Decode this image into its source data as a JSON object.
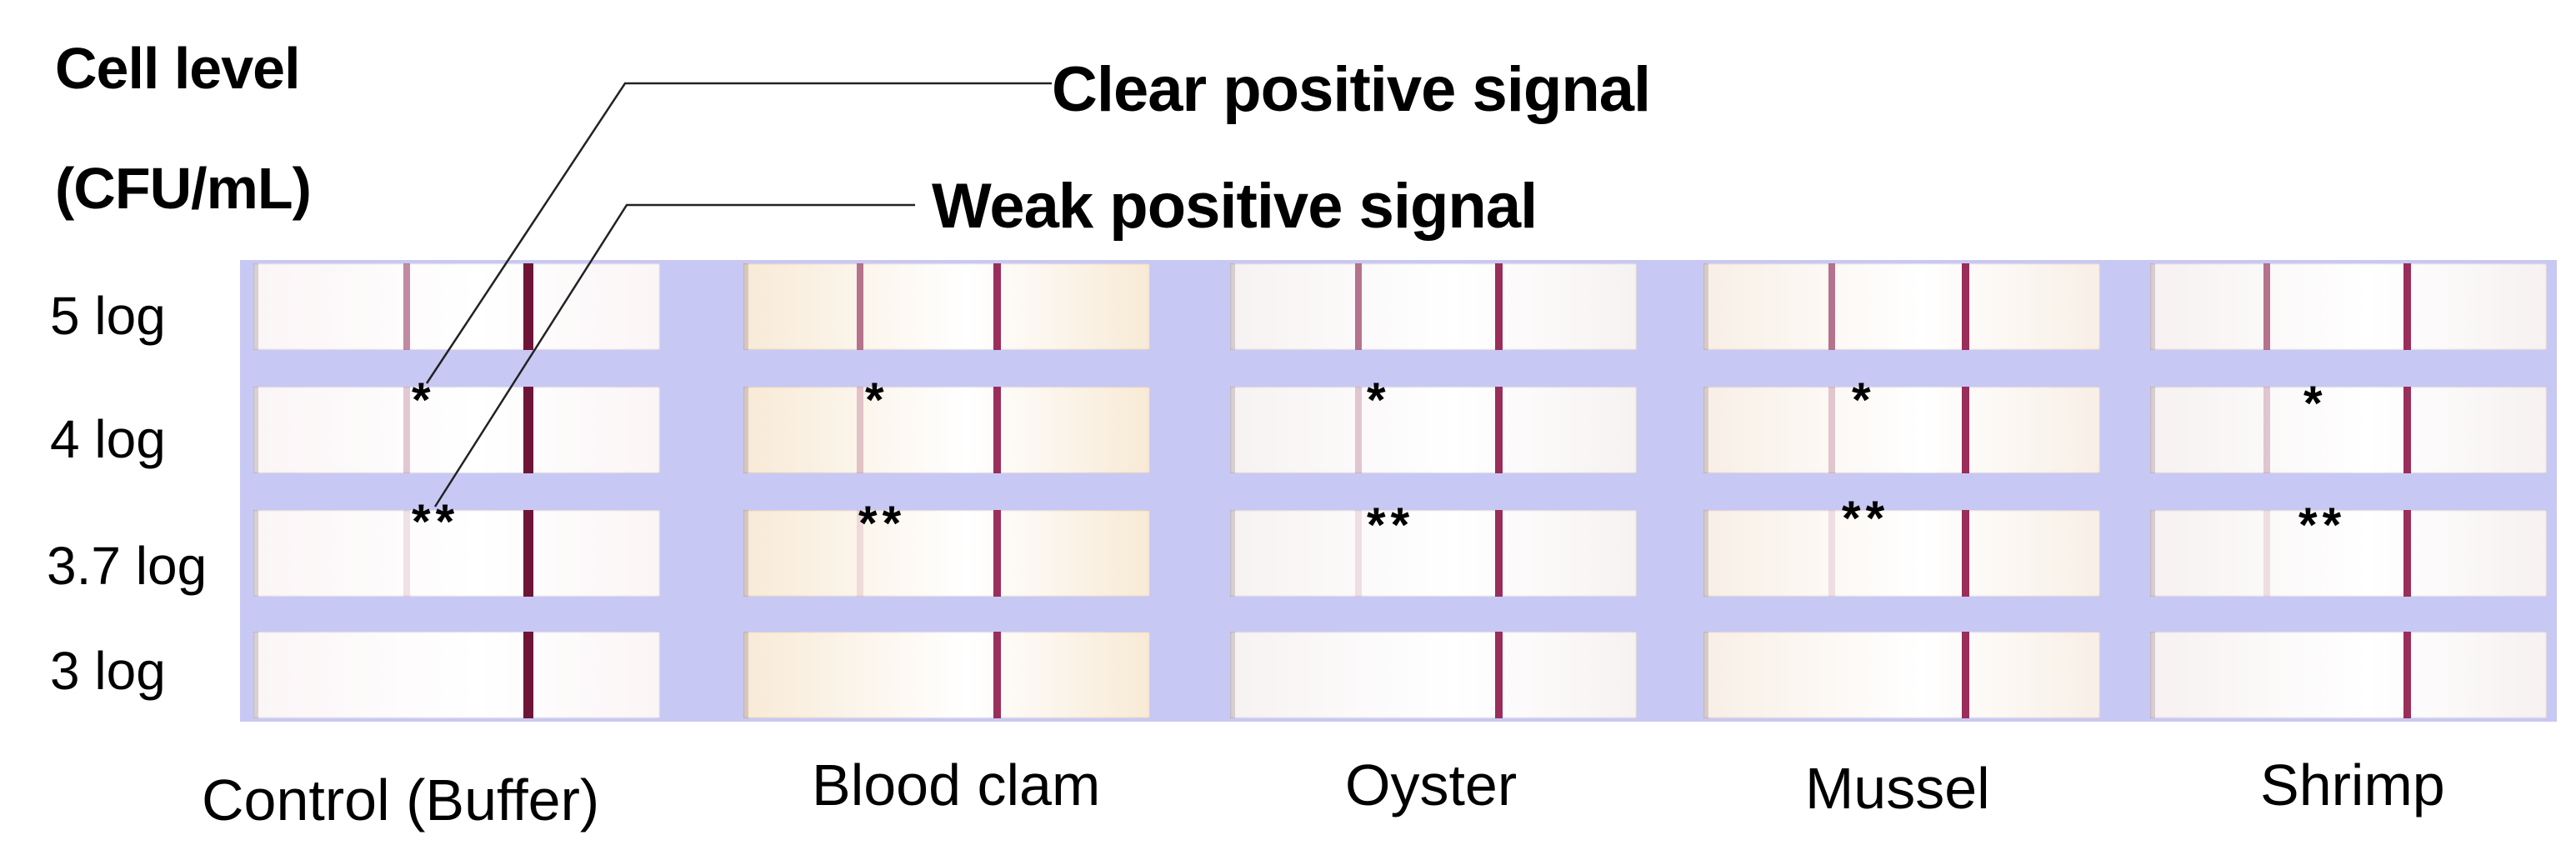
{
  "header": {
    "title_line1": "Cell level",
    "title_line2": "(CFU/mL)"
  },
  "annotations": {
    "clear": "Clear positive signal",
    "weak": "Weak positive signal"
  },
  "rows": [
    {
      "label": "5 log"
    },
    {
      "label": "4 log"
    },
    {
      "label": "3.7 log"
    },
    {
      "label": "3 log"
    }
  ],
  "columns": [
    {
      "label": "Control (Buffer)",
      "tint": "#fbf5f6"
    },
    {
      "label": "Blood clam",
      "tint": "#f8ead6"
    },
    {
      "label": "Oyster",
      "tint": "#f7f2f2"
    },
    {
      "label": "Mussel",
      "tint": "#f8efe6"
    },
    {
      "label": "Shrimp",
      "tint": "#f7f1f1"
    }
  ],
  "markers": {
    "clear": "*",
    "weak": "**"
  },
  "colors": {
    "background_panel": "#c8c8f4",
    "control_line": "#6e1537",
    "test_line": "#a85a7a"
  }
}
